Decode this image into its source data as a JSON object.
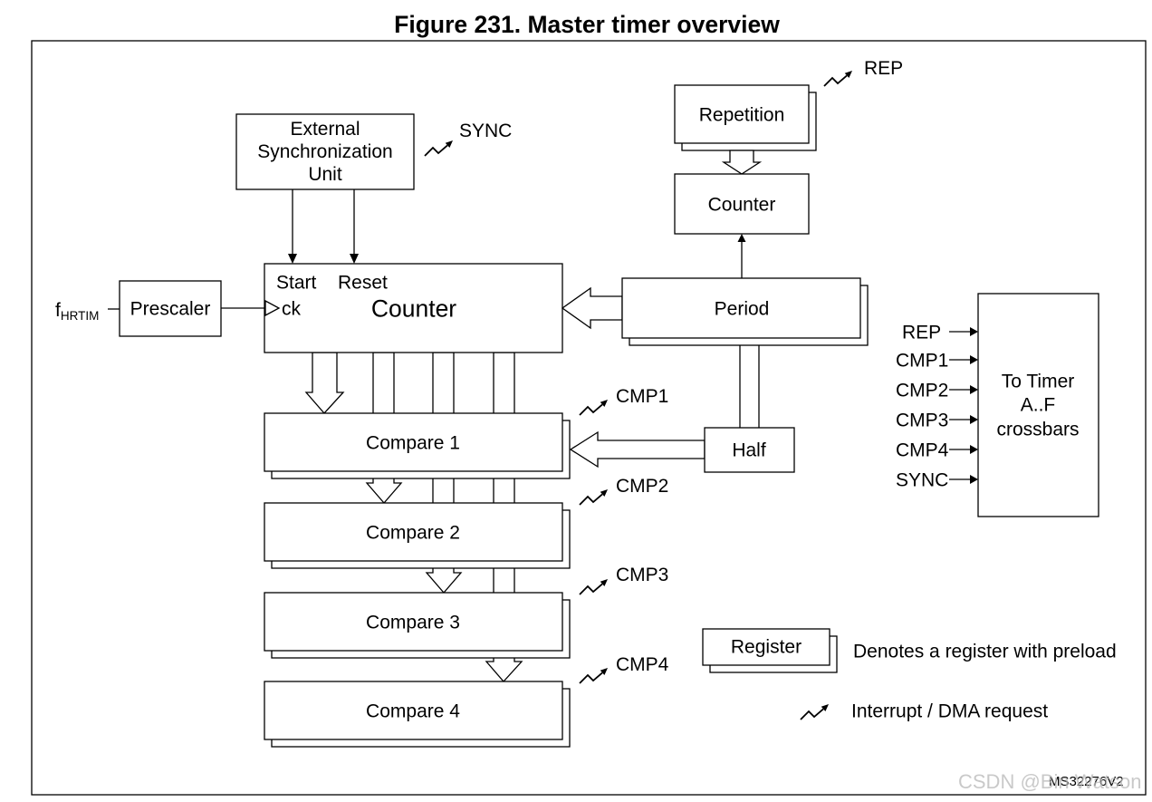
{
  "figure": {
    "title": "Figure 231. Master timer overview",
    "id_code": "MS32276V2"
  },
  "sync_unit": {
    "line1": "External",
    "line2": "Synchronization",
    "line3": "Unit",
    "irq_label": "SYNC"
  },
  "clock": {
    "symbol": "f",
    "subscript": "HRTIM"
  },
  "prescaler": {
    "label": "Prescaler"
  },
  "counter": {
    "label": "Counter",
    "start_input": "Start",
    "reset_input": "Reset",
    "clock_input": "ck"
  },
  "repetition": {
    "label": "Repetition",
    "irq_label": "REP"
  },
  "repetition_counter": {
    "label": "Counter"
  },
  "period": {
    "label": "Period"
  },
  "half": {
    "label": "Half"
  },
  "compares": [
    {
      "label": "Compare 1",
      "irq_label": "CMP1"
    },
    {
      "label": "Compare 2",
      "irq_label": "CMP2"
    },
    {
      "label": "Compare 3",
      "irq_label": "CMP3"
    },
    {
      "label": "Compare 4",
      "irq_label": "CMP4"
    }
  ],
  "crossbar": {
    "lines": [
      "To Timer",
      "A..F",
      "crossbars"
    ],
    "inputs": [
      "REP",
      "CMP1",
      "CMP2",
      "CMP3",
      "CMP4",
      "SYNC"
    ]
  },
  "legend": {
    "register_sample": "Register",
    "register_desc": "Denotes a register with preload",
    "interrupt_desc": "Interrupt / DMA request"
  },
  "watermark": "CSDN @Bin Watson"
}
